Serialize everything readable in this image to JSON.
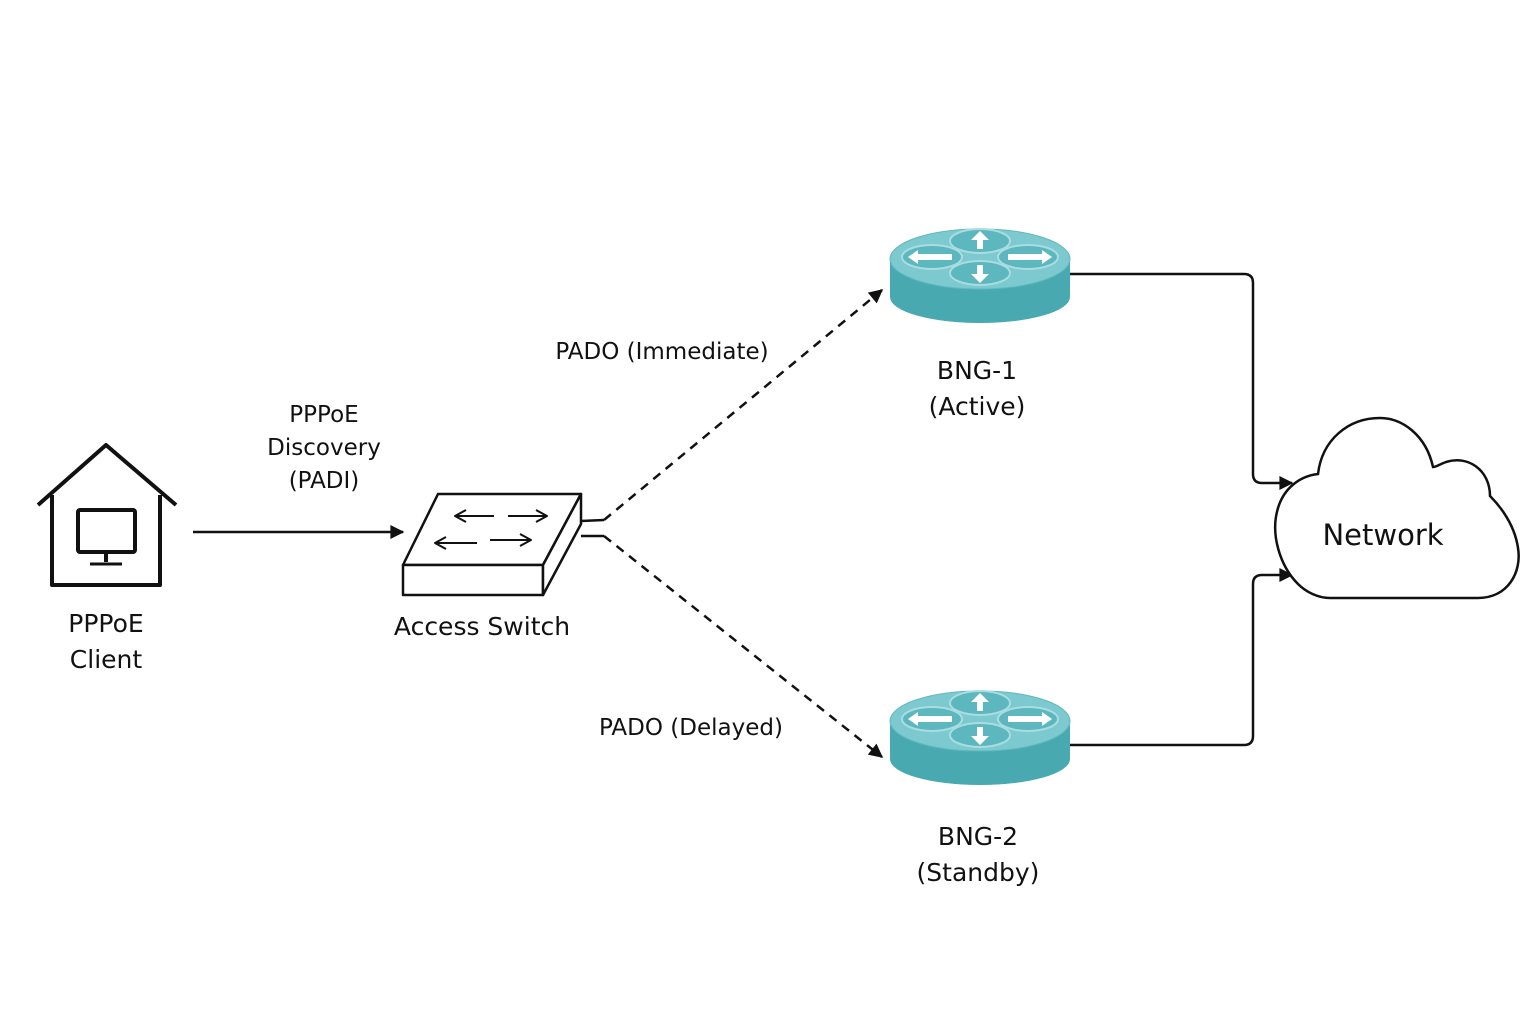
{
  "nodes": {
    "client": {
      "line1": "PPPoE",
      "line2": "Client"
    },
    "access_switch": {
      "label": "Access Switch"
    },
    "bng1": {
      "line1": "BNG-1",
      "line2": "(Active)"
    },
    "bng2": {
      "line1": "BNG-2",
      "line2": "(Standby)"
    },
    "network": {
      "label": "Network"
    }
  },
  "edges": {
    "padi": {
      "line1": "PPPoE",
      "line2": "Discovery",
      "line3": "(PADI)"
    },
    "pado_immediate": {
      "label": "PADO (Immediate)"
    },
    "pado_delayed": {
      "label": "PADO (Delayed)"
    }
  },
  "colors": {
    "router_top": "#7cc9cf",
    "router_side": "#49a9b1",
    "router_highlight": "#a9dde1",
    "line": "#111111"
  }
}
